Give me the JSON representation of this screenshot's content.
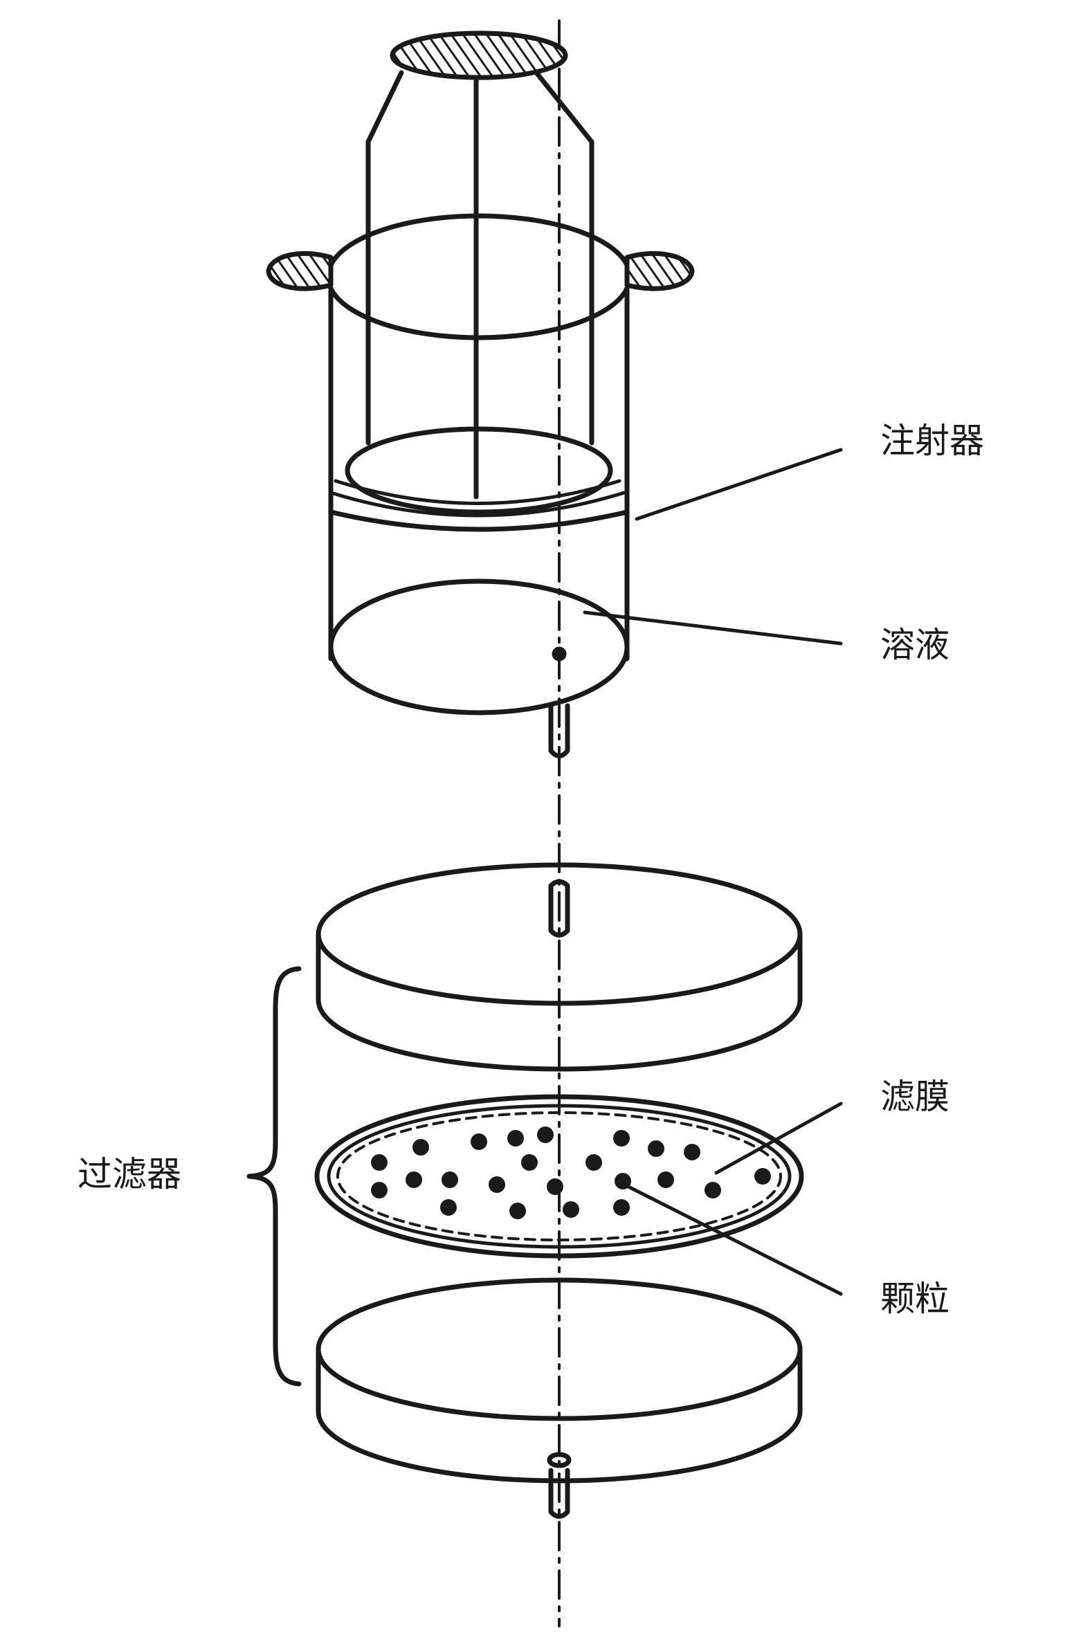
{
  "labels": {
    "syringe": "注射器",
    "solution": "溶液",
    "membrane": "滤膜",
    "particle": "颗粒",
    "filter": "过滤器"
  },
  "colors": {
    "line": "#1a1a1a",
    "background": "#ffffff"
  }
}
